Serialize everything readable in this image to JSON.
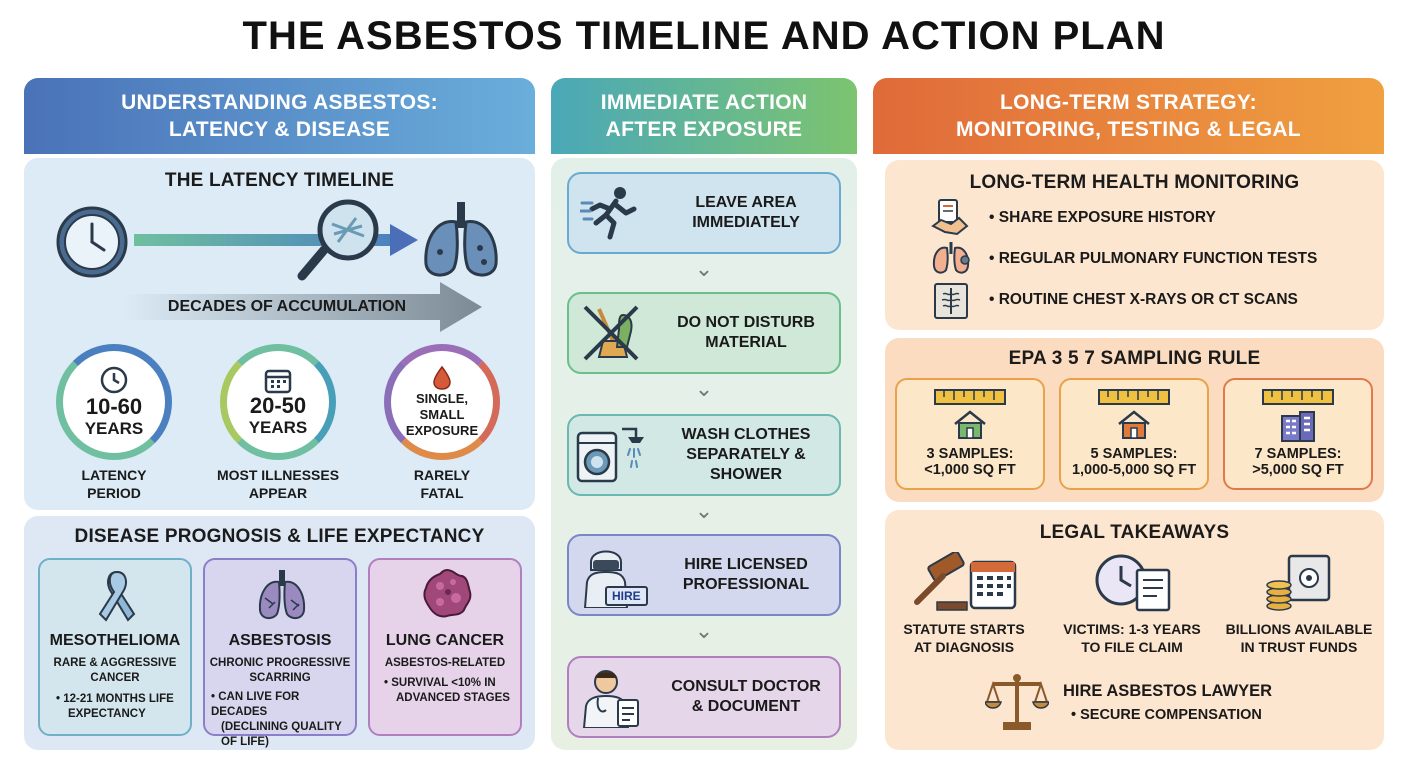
{
  "title": "THE ASBESTOS TIMELINE AND ACTION PLAN",
  "col1": {
    "header_line1": "UNDERSTANDING ASBESTOS:",
    "header_line2": "LATENCY & DISEASE",
    "timeline": {
      "title": "THE LATENCY TIMELINE",
      "arrow_label": "DECADES OF ACCUMULATION",
      "stats": [
        {
          "value": "10-60",
          "unit": "YEARS",
          "label1": "LATENCY",
          "label2": "PERIOD",
          "icon": "clock-icon"
        },
        {
          "value": "20-50",
          "unit": "YEARS",
          "label1": "MOST ILLNESSES",
          "label2": "APPEAR",
          "icon": "calendar-icon"
        },
        {
          "value": "SINGLE,",
          "unit": "SMALL",
          "unit2": "EXPOSURE",
          "label1": "RARELY",
          "label2": "FATAL",
          "icon": "drop-icon"
        }
      ]
    },
    "prognosis": {
      "title": "DISEASE PROGNOSIS & LIFE EXPECTANCY",
      "cards": [
        {
          "name": "MESOTHELIOMA",
          "desc1": "RARE & AGGRESSIVE",
          "desc2": "CANCER",
          "bullet1": "• 12-21 MONTHS LIFE",
          "bullet2": "EXPECTANCY",
          "bullet3": ""
        },
        {
          "name": "ASBESTOSIS",
          "desc1": "CHRONIC PROGRESSIVE",
          "desc2": "SCARRING",
          "bullet1": "• CAN LIVE FOR DECADES",
          "bullet2": "(DECLINING QUALITY",
          "bullet3": "OF LIFE)"
        },
        {
          "name": "LUNG CANCER",
          "desc1": "ASBESTOS-RELATED",
          "desc2": "",
          "bullet1": "• SURVIVAL <10% IN",
          "bullet2": "ADVANCED STAGES",
          "bullet3": ""
        }
      ]
    }
  },
  "col2": {
    "header_line1": "IMMEDIATE ACTION",
    "header_line2": "AFTER EXPOSURE",
    "steps": [
      {
        "line1": "LEAVE AREA",
        "line2": "IMMEDIATELY",
        "line3": ""
      },
      {
        "line1": "DO NOT DISTURB",
        "line2": "MATERIAL",
        "line3": ""
      },
      {
        "line1": "WASH CLOTHES",
        "line2": "SEPARATELY &",
        "line3": "SHOWER"
      },
      {
        "line1": "HIRE LICENSED",
        "line2": "PROFESSIONAL",
        "line3": ""
      },
      {
        "line1": "CONSULT DOCTOR",
        "line2": "& DOCUMENT",
        "line3": ""
      }
    ],
    "hire_badge": "HIRE"
  },
  "col3": {
    "header_line1": "LONG-TERM STRATEGY:",
    "header_line2": "MONITORING, TESTING & LEGAL",
    "monitoring": {
      "title": "LONG-TERM HEALTH MONITORING",
      "items": [
        "• SHARE EXPOSURE HISTORY",
        "• REGULAR PULMONARY FUNCTION TESTS",
        "• ROUTINE CHEST X-RAYS OR CT SCANS"
      ]
    },
    "sampling": {
      "title": "EPA 3 5 7 SAMPLING RULE",
      "cards": [
        {
          "line1": "3 SAMPLES:",
          "line2": "<1,000 SQ FT"
        },
        {
          "line1": "5 SAMPLES:",
          "line2": "1,000-5,000 SQ FT"
        },
        {
          "line1": "7 SAMPLES:",
          "line2": ">5,000 SQ FT"
        }
      ]
    },
    "legal": {
      "title": "LEGAL TAKEAWAYS",
      "items": [
        {
          "line1": "STATUTE STARTS",
          "line2": "AT DIAGNOSIS"
        },
        {
          "line1": "VICTIMS: 1-3 YEARS",
          "line2": "TO FILE CLAIM"
        },
        {
          "line1": "BILLIONS AVAILABLE",
          "line2": "IN TRUST FUNDS"
        }
      ],
      "lawyer_title": "HIRE ASBESTOS LAWYER",
      "lawyer_bullet": "• SECURE COMPENSATION"
    }
  },
  "colors": {
    "blue_header": "#4a7fc0",
    "green_header": "#5fb38a",
    "orange_header": "#ec8a3a",
    "blue_panel": "#dcebf6",
    "green_panel": "#e3f1e6",
    "orange_panel": "#fde6cf"
  }
}
